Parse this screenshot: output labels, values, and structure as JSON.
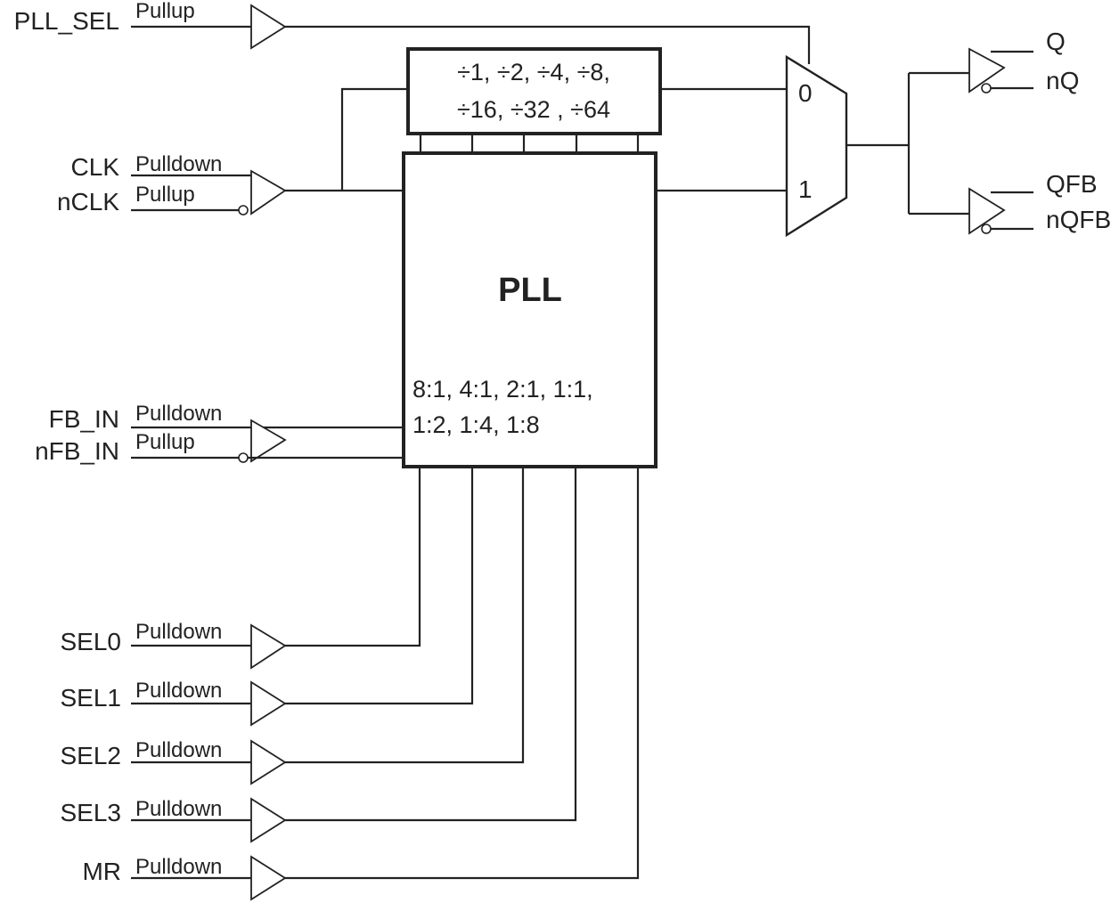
{
  "inputs": {
    "pll_sel": {
      "name": "PLL_SEL",
      "pull": "Pullup"
    },
    "clk": {
      "name": "CLK",
      "pull": "Pulldown"
    },
    "nclk": {
      "name": "nCLK",
      "pull": "Pullup"
    },
    "fb_in": {
      "name": "FB_IN",
      "pull": "Pulldown"
    },
    "nfb_in": {
      "name": "nFB_IN",
      "pull": "Pullup"
    },
    "sel0": {
      "name": "SEL0",
      "pull": "Pulldown"
    },
    "sel1": {
      "name": "SEL1",
      "pull": "Pulldown"
    },
    "sel2": {
      "name": "SEL2",
      "pull": "Pulldown"
    },
    "sel3": {
      "name": "SEL3",
      "pull": "Pulldown"
    },
    "mr": {
      "name": "MR",
      "pull": "Pulldown"
    }
  },
  "divider": {
    "line1": "÷1, ÷2, ÷4, ÷8,",
    "line2": "÷16, ÷32 , ÷64"
  },
  "pll": {
    "title": "PLL",
    "ratio_line1": "8:1, 4:1, 2:1, 1:1,",
    "ratio_line2": "1:2, 1:4, 1:8"
  },
  "mux": {
    "in0": "0",
    "in1": "1"
  },
  "outputs": {
    "q": "Q",
    "nq": "nQ",
    "qfb": "QFB",
    "nqfb": "nQFB"
  }
}
